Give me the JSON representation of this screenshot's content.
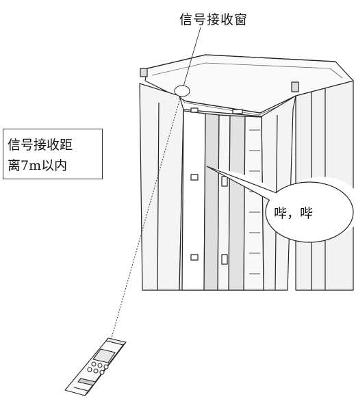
{
  "labels": {
    "signal_window": "信号接收窗",
    "distance_line1": "信号接收距",
    "distance_line2": "离7m以内",
    "beep": "哔，哔"
  }
}
